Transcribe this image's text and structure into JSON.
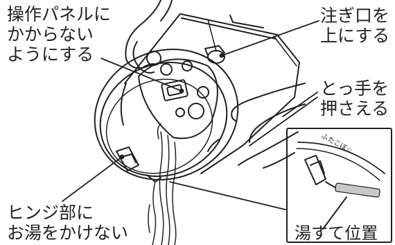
{
  "labels": {
    "panel": {
      "line1": "操作パネルに",
      "line2": "かからない",
      "line3": "ようにする"
    },
    "spout": {
      "line1": "注ぎ口を",
      "line2": "上にする"
    },
    "handle": {
      "line1": "とっ手を",
      "line2": "押さえる"
    },
    "hinge": {
      "line1": "ヒンジ部に",
      "line2": "お湯をかけない"
    },
    "drain_position": "湯すて位置"
  },
  "inset_marking": "ふたこぼ☆",
  "colors": {
    "line": "#231f20",
    "drain_mark": "#c8c8c8",
    "background": "#ffffff"
  }
}
